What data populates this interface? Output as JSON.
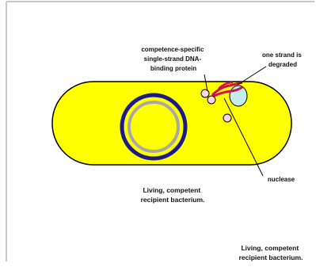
{
  "labels": {
    "ssb_protein": [
      "competence-specific",
      "single-strand DNA-",
      "binding protein"
    ],
    "degraded": [
      "one strand is",
      "degraded"
    ],
    "nuclease": "nuclease",
    "caption_cell": [
      "Living, competent",
      "recipient bacterium."
    ],
    "caption_corner": [
      "Living, competent",
      "recipient bacterium."
    ]
  },
  "colors": {
    "cell_fill": "#ffff00",
    "cell_outline": "#000000",
    "chromosome_outer": "#1a1a8c",
    "chromosome_inner": "#a8a8a8",
    "dna_strand": "#d0104a",
    "ssb_protein": "#ffd6e6",
    "nuclease": "#c4ecea",
    "border": "#c8c8c8"
  }
}
